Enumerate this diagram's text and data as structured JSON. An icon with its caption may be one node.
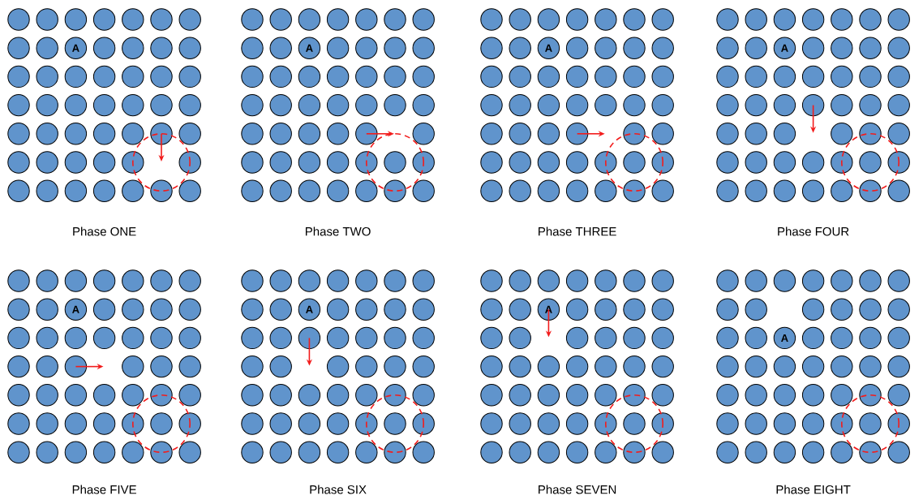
{
  "diagram": {
    "nodes": [
      {
        "text": [
          "A"
        ]
      },
      {
        "text": [
          "A"
        ]
      },
      {
        "text": [
          "A"
        ]
      },
      {
        "text": [
          "A"
        ]
      },
      {
        "text": [
          "A"
        ]
      },
      {
        "text": [
          "A"
        ]
      },
      {
        "text": [
          "A"
        ]
      },
      {
        "text": [
          "A"
        ]
      }
    ],
    "labels": [
      "Phase ONE",
      "Phase TWO",
      "Phase THREE",
      "Phase FOUR",
      "Phase FIVE",
      "Phase SIX",
      "Phase SEVEN",
      "Phase EIGHT"
    ]
  }
}
